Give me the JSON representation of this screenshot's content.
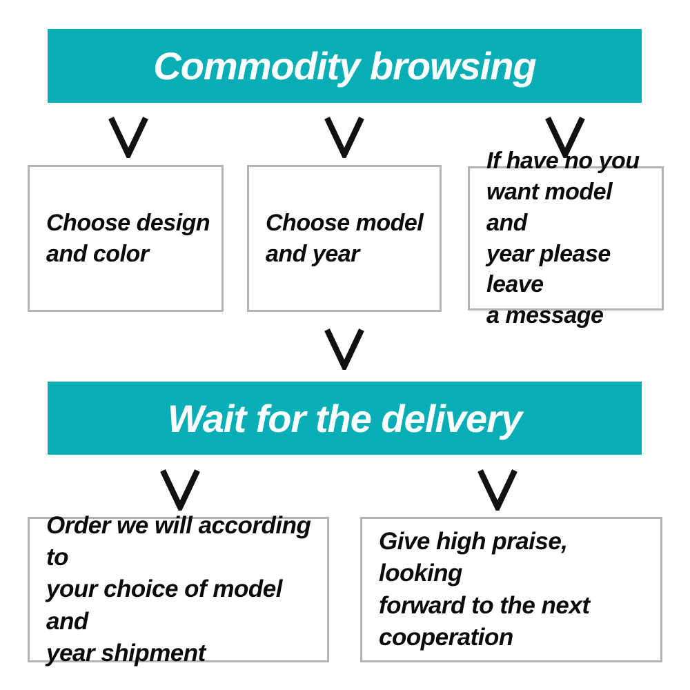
{
  "colors": {
    "banner_background": "#07aeb6",
    "banner_text": "#ffffff",
    "box_border": "#b3b3b3",
    "box_text": "#0b0b0b",
    "arrow": "#111111"
  },
  "icons": {
    "down_arrow": "V-shaped down arrow (chevron), black stroke"
  },
  "banners": {
    "browsing": {
      "label": "Commodity browsing"
    },
    "delivery": {
      "label": "Wait for the delivery"
    }
  },
  "steps": {
    "design": {
      "text": "Choose design and color",
      "lines": [
        "Choose design",
        "and color"
      ]
    },
    "model": {
      "text": "Choose model and year",
      "lines": [
        "Choose model",
        "and year"
      ]
    },
    "message": {
      "text": "If have no you want model and year please leave a message",
      "lines": [
        "If have no you",
        "want model and",
        "year please leave",
        "a message"
      ]
    },
    "order": {
      "text": "Order we will according to your choice of model and year shipment",
      "lines": [
        "Order we will according to",
        "your choice of model and",
        "year shipment"
      ]
    },
    "praise": {
      "text": "Give high praise, looking forward to the next cooperation",
      "lines": [
        "Give high praise, looking",
        "forward to the next",
        "cooperation"
      ]
    }
  }
}
